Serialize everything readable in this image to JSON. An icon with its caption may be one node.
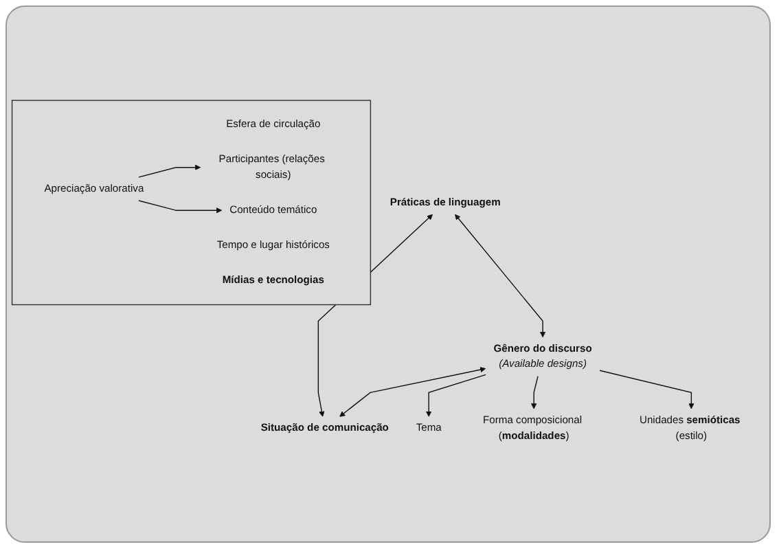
{
  "diagram": {
    "nodes": [
      {
        "text": [
          "Práticas de linguagem"
        ]
      },
      {
        "text": [
          "Situação de comunicação"
        ]
      },
      {
        "text": [],
        "shape": "box"
      },
      {
        "text": [
          "Esfera de circulação"
        ],
        "in": 2
      },
      {
        "text": [
          "Tempo e lugar históricos"
        ],
        "in": 2
      },
      {
        "text": [
          "Mídias e tecnologias"
        ],
        "in": 2
      },
      {
        "text": [
          "Participantes (relações sociais)"
        ],
        "in": 2
      },
      {
        "text": [
          "Conteúdo temático"
        ],
        "in": 2
      },
      {
        "text": [
          "Apreciação valorativa"
        ],
        "in": 2
      },
      {
        "text": [
          "Gênero do discurso",
          "(Available designs)"
        ]
      },
      {
        "text": [
          "Tema"
        ]
      },
      {
        "text": [
          "Forma composicional (**modalidades**)"
        ]
      },
      {
        "text": [
          "Unidades **semióticas** (estilo)"
        ]
      }
    ],
    "edges": [
      {
        "from": 0,
        "to": 1,
        "arrow": "both"
      },
      {
        "from": 0,
        "to": 9,
        "arrow": "both"
      },
      {
        "from": 9,
        "to": 1,
        "arrow": "both"
      },
      {
        "from": 8,
        "to": 6,
        "arrow": "to"
      },
      {
        "from": 8,
        "to": 7,
        "arrow": "to"
      },
      {
        "from": 9,
        "to": 10,
        "arrow": "to"
      },
      {
        "from": 9,
        "to": 11,
        "arrow": "to"
      },
      {
        "from": 9,
        "to": 12,
        "arrow": "to"
      }
    ]
  }
}
